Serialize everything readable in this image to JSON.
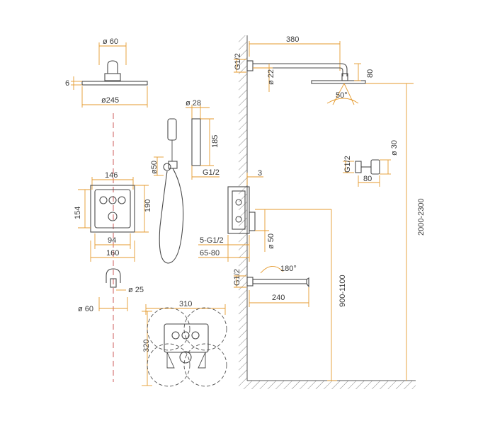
{
  "colors": {
    "dimension": "#e59a2e",
    "outline": "#4a4a4a",
    "centerline": "#c84a4a",
    "text": "#3a3a3a"
  },
  "labels": {
    "rain_d60": "ø 60",
    "rain_t6": "6",
    "rain_d245": "ø245",
    "hand_d28": "ø 28",
    "hand_185": "185",
    "hand_g12": "G1/2",
    "holder_d50": "ø50",
    "mixer_146": "146",
    "mixer_154": "154",
    "mixer_190": "190",
    "mixer_94": "94",
    "mixer_160": "160",
    "spout_d25": "ø 25",
    "spout_d60": "ø 60",
    "trim_310": "310",
    "trim_320": "320",
    "arm_380": "380",
    "arm_g12": "G1/2",
    "arm_d22": "ø 22",
    "head_80": "80",
    "head_angle": "50°",
    "side_g12": "G1/2",
    "side_d30": "ø 30",
    "side_80": "80",
    "wall_3": "3",
    "valve_5g12": "5-G1/2",
    "valve_6580": "65-80",
    "valve_d50": "ø 50",
    "spout_g12": "G1/2",
    "spout_180": "180°",
    "spout_240": "240",
    "height_9001100": "900-1100",
    "height_20002300": "2000-2300"
  }
}
